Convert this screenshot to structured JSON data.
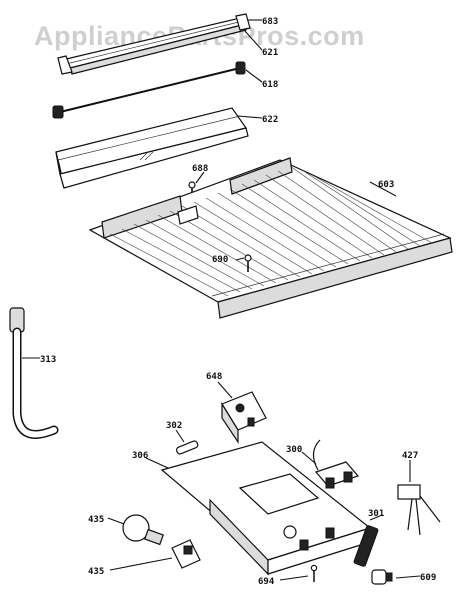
{
  "watermark": "AppliancePartsPros.com",
  "labels": {
    "p683": "683",
    "p621": "621",
    "p618": "618",
    "p622": "622",
    "p688": "688",
    "p603": "603",
    "p690": "690",
    "p313": "313",
    "p648": "648",
    "p302": "302",
    "p306": "306",
    "p300": "300",
    "p427": "427",
    "p435a": "435",
    "p435b": "435",
    "p301": "301",
    "p694": "694",
    "p609": "609"
  }
}
